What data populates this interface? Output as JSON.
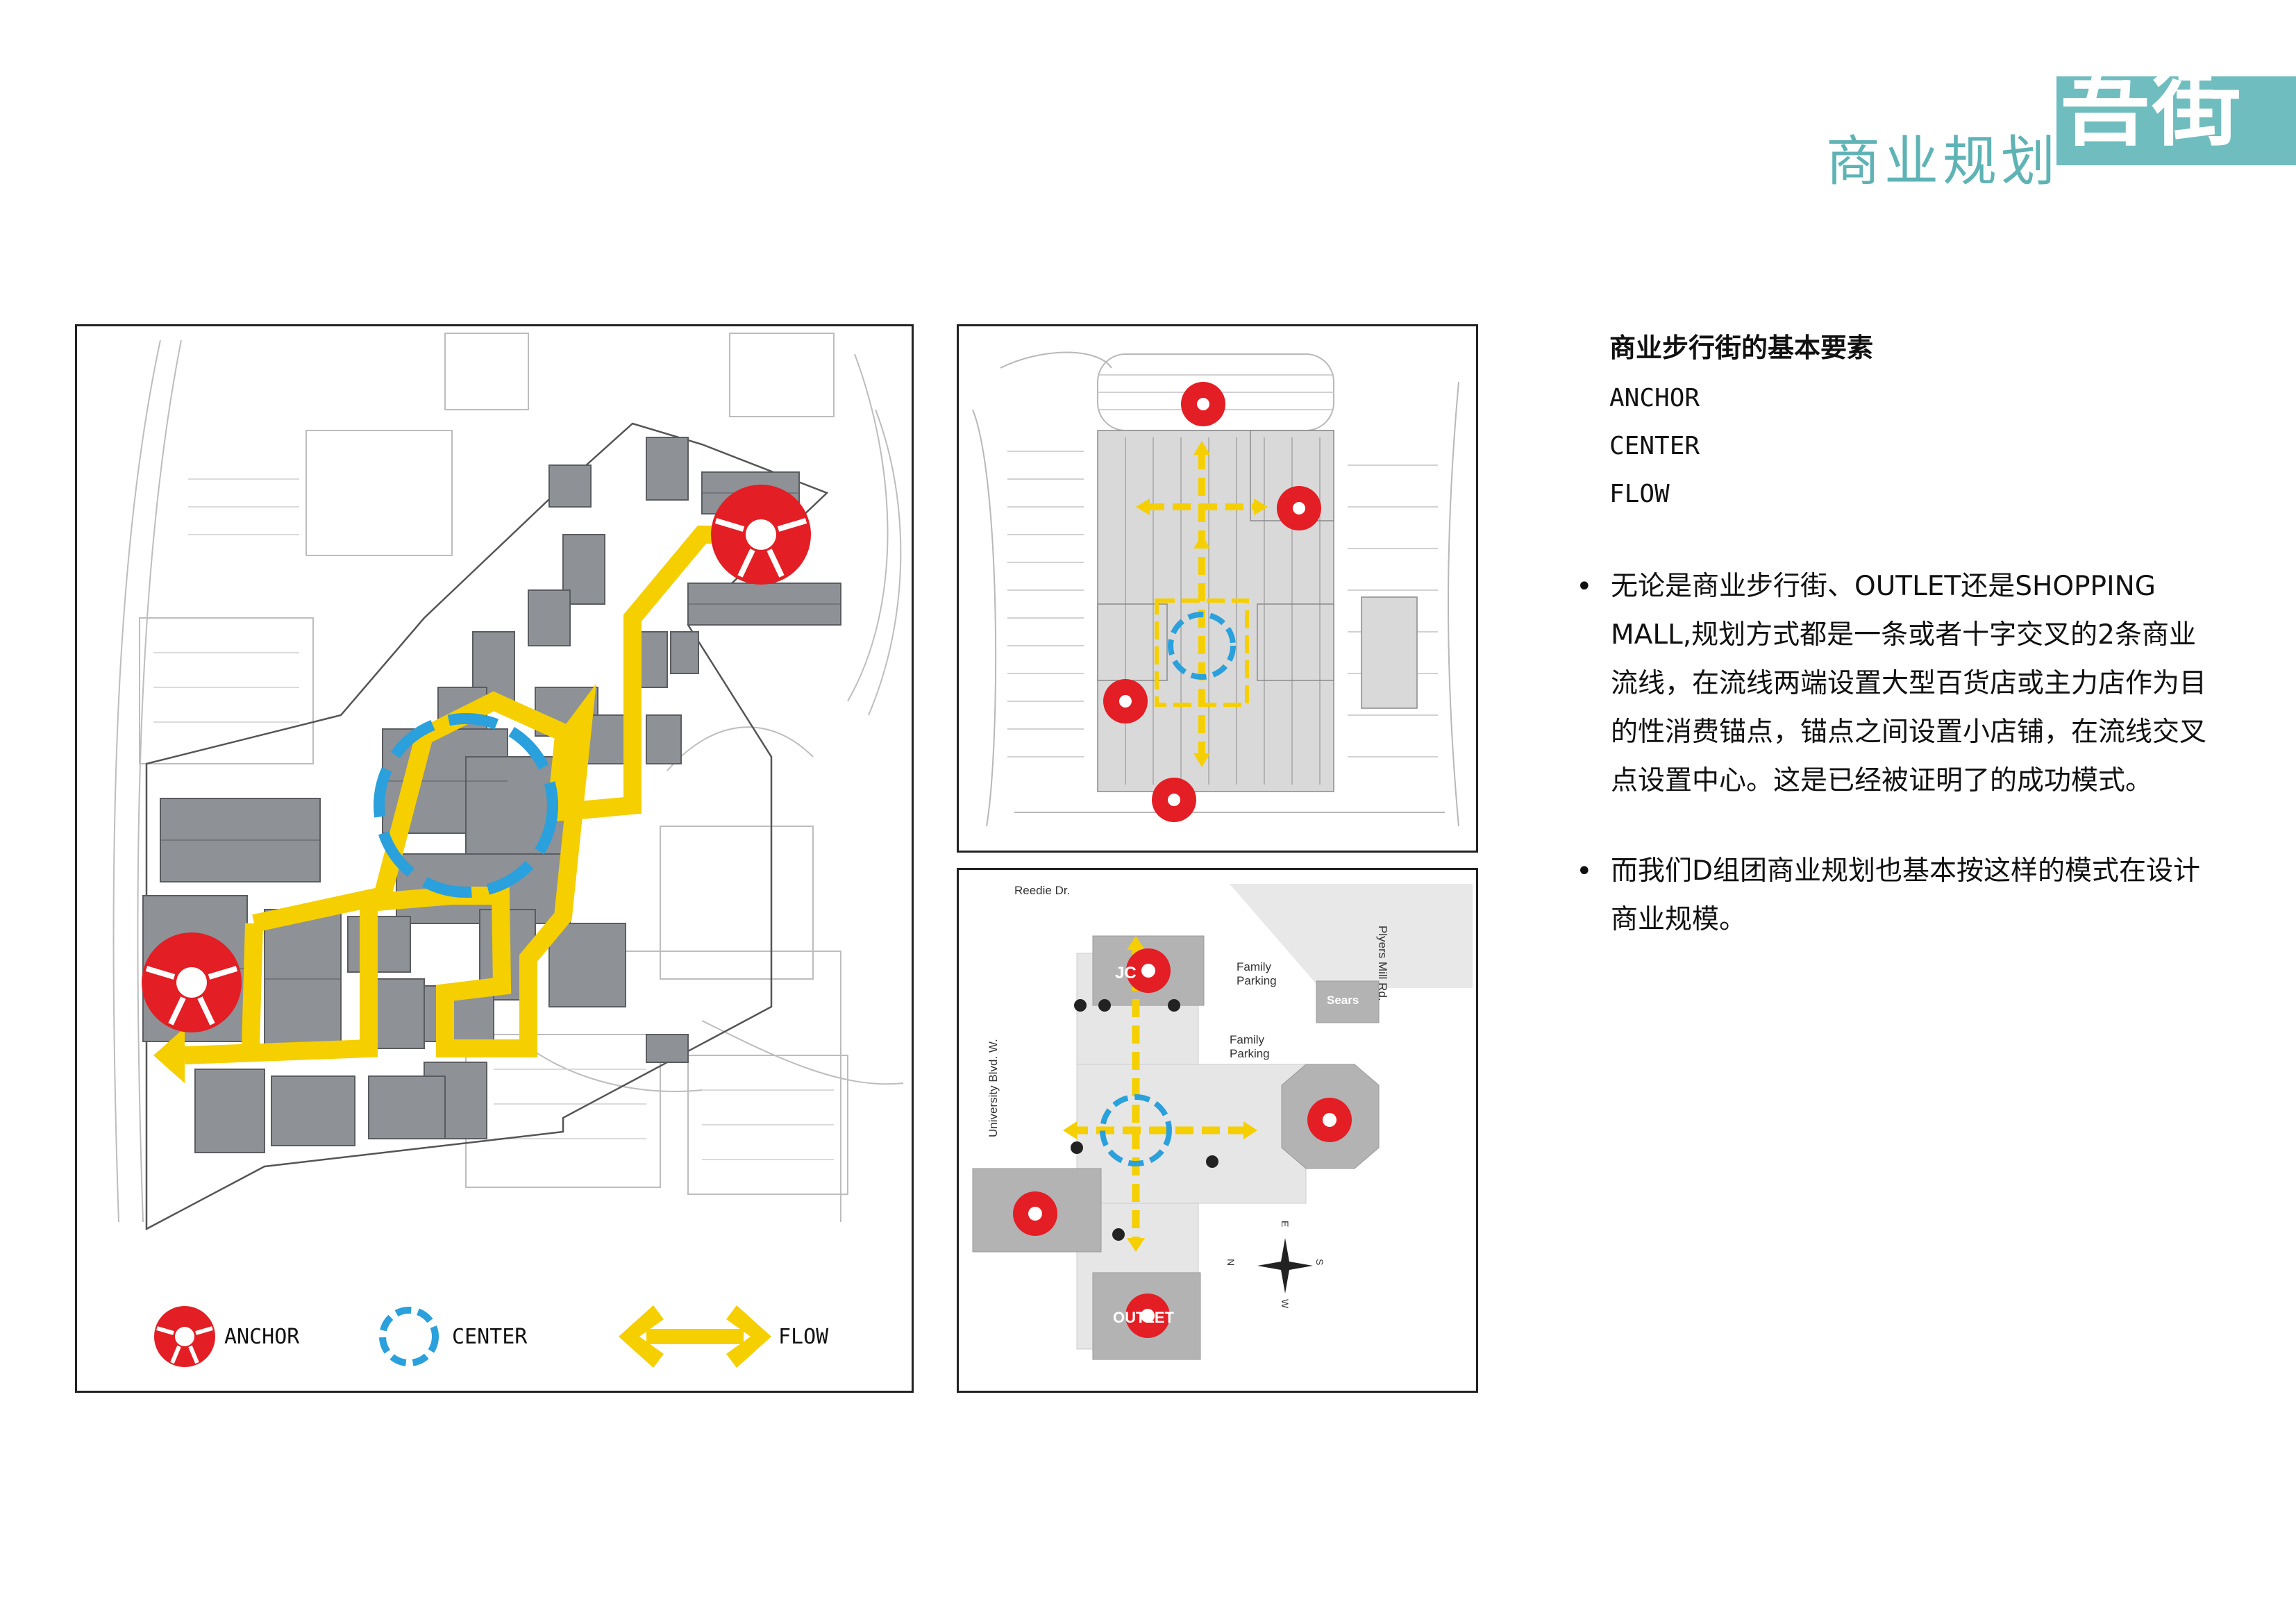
{
  "header": {
    "title": "商业规划",
    "brand": "吾街",
    "accent_color": "#6fbdbf"
  },
  "legend": {
    "anchor": "ANCHOR",
    "center": "CENTER",
    "flow": "FLOW"
  },
  "sidebar": {
    "heading": "商业步行街的基本要素",
    "terms": [
      "ANCHOR",
      "CENTER",
      "FLOW"
    ],
    "bullets": [
      "无论是商业步行街、OUTLET还是SHOPPING MALL,规划方式都是一条或者十字交叉的2条商业流线，在流线两端设置大型百货店或主力店作为目的性消费锚点，锚点之间设置小店铺，在流线交叉点设置中心。这是已经被证明了的成功模式。",
      "而我们D组团商业规划也基本按这样的模式在设计商业规模。"
    ]
  },
  "map_labels": {
    "reedie": "Reedie Dr.",
    "myers": "Plyers Mill Rd.",
    "university": "University Blvd. W.",
    "family_parking_1": "Family Parking",
    "family_parking_2": "Family Parking",
    "sears": "Sears",
    "jc": "JC",
    "outlet": "OUTLET",
    "compass_n": "N",
    "compass_s": "S",
    "compass_e": "E",
    "compass_w": "W"
  },
  "colors": {
    "anchor": "#e31e24",
    "center": "#2aa0dc",
    "flow": "#f5cf00",
    "building": "#8e9196"
  }
}
